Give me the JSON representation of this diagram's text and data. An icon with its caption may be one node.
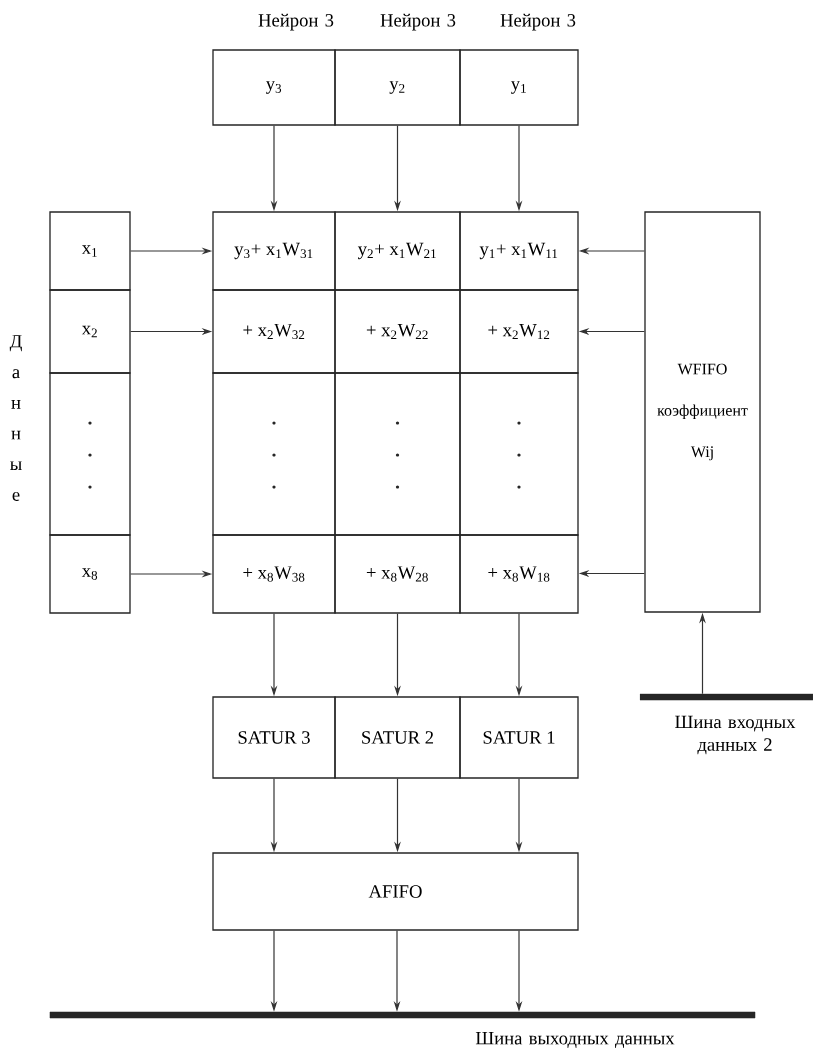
{
  "diagram": {
    "nodes": [
      {
        "text": [
          "y$_{3}$"
        ],
        "beside": [
          "Нейрон 3"
        ]
      },
      {
        "text": [
          "y$_{2}$"
        ],
        "beside": [
          "Нейрон 3"
        ]
      },
      {
        "text": [
          "y$_{1}$"
        ],
        "beside": [
          "Нейрон 3"
        ]
      },
      {
        "text": [
          "x$_{1}$"
        ]
      },
      {
        "text": [
          "x$_{2}$"
        ]
      },
      {
        "text": [],
        "shape": "box"
      },
      {
        "text": [
          "x$_{8}$"
        ]
      },
      {
        "text": [
          "y$_{3}$+ x$_{1}$W$_{31}$"
        ]
      },
      {
        "text": [
          "y$_{2}$+ x$_{1}$W$_{21}$"
        ]
      },
      {
        "text": [
          "y$_{1}$+ x$_{1}$W$_{11}$"
        ]
      },
      {
        "text": [
          "+ x$_{2}$W$_{32}$"
        ]
      },
      {
        "text": [
          "+ x$_{2}$W$_{22}$"
        ]
      },
      {
        "text": [
          "+ x$_{2}$W$_{12}$"
        ]
      },
      {
        "text": [],
        "shape": "box"
      },
      {
        "text": [],
        "shape": "box"
      },
      {
        "text": [],
        "shape": "box"
      },
      {
        "text": [
          "+ x$_{8}$W$_{38}$"
        ]
      },
      {
        "text": [
          "+ x$_{8}$W$_{28}$"
        ]
      },
      {
        "text": [
          "+ x$_{8}$W$_{18}$"
        ]
      },
      {
        "text": [
          "WFIFO",
          "коэффициент",
          "Wij"
        ]
      },
      {
        "text": [],
        "shape": "bar",
        "beside": [
          "Шина входных данных 2"
        ]
      },
      {
        "text": [
          "SATUR 3"
        ]
      },
      {
        "text": [
          "SATUR 2"
        ]
      },
      {
        "text": [
          "SATUR 1"
        ]
      },
      {
        "text": [
          "AFIFO"
        ]
      },
      {
        "text": [],
        "shape": "bar",
        "beside": [
          "Шина выходных данных"
        ]
      }
    ],
    "edges": [
      {
        "from": 0,
        "to": 7,
        "arrow": "to"
      },
      {
        "from": 1,
        "to": 8,
        "arrow": "to"
      },
      {
        "from": 2,
        "to": 9,
        "arrow": "to"
      },
      {
        "from": 3,
        "to": 7,
        "arrow": "to"
      },
      {
        "from": 4,
        "to": 10,
        "arrow": "to"
      },
      {
        "from": 6,
        "to": 16,
        "arrow": "to"
      },
      {
        "from": 19,
        "to": 9,
        "arrow": "to"
      },
      {
        "from": 19,
        "to": 12,
        "arrow": "to"
      },
      {
        "from": 19,
        "to": 18,
        "arrow": "to"
      },
      {
        "from": 20,
        "to": 19,
        "arrow": "to"
      },
      {
        "from": 16,
        "to": 21,
        "arrow": "to"
      },
      {
        "from": 17,
        "to": 22,
        "arrow": "to"
      },
      {
        "from": 18,
        "to": 23,
        "arrow": "to"
      },
      {
        "from": 21,
        "to": 24,
        "arrow": "to"
      },
      {
        "from": 22,
        "to": 24,
        "arrow": "to"
      },
      {
        "from": 23,
        "to": 24,
        "arrow": "to"
      },
      {
        "from": 24,
        "to": 25,
        "arrow": "to"
      },
      {
        "from": 24,
        "to": 25,
        "arrow": "to"
      },
      {
        "from": 24,
        "to": 25,
        "arrow": "to"
      }
    ],
    "labels": [
      "Данные"
    ]
  }
}
